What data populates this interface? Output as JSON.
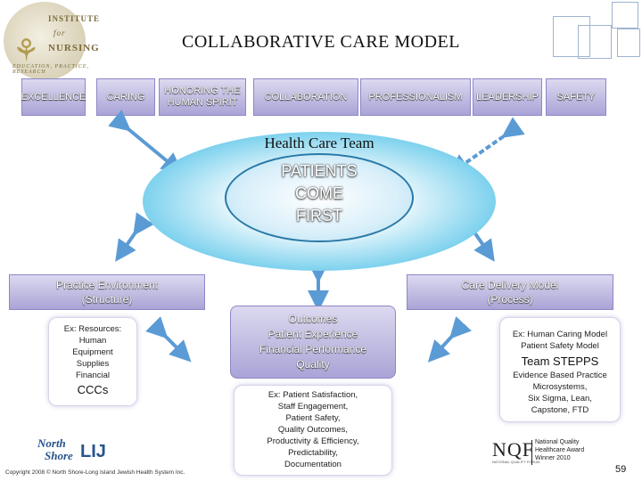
{
  "logo": {
    "line1": "INSTITUTE",
    "line2": "for",
    "line3": "NURSING",
    "line4": "EDUCATION, PRACTICE, RESEARCH"
  },
  "title": "COLLABORATIVE CARE MODEL",
  "values": [
    "EXCELLENCE",
    "CARING",
    "HONORING THE HUMAN SPIRIT",
    "COLLABORATION",
    "PROFESSIONALISM",
    "LEADERSHIP",
    "SAFETY"
  ],
  "center": {
    "heading": "Health Care Team",
    "core": "PATIENTS\nCOME\nFIRST"
  },
  "left": {
    "title": "Practice Environment",
    "subtitle": "(Structure)",
    "examples": [
      "Ex: Resources:",
      "Human",
      "Equipment",
      "Supplies",
      "Financial"
    ],
    "label": "CCCs"
  },
  "right": {
    "title": "Care Delivery Model",
    "subtitle": "(Process)",
    "examples": [
      "Ex: Human Caring Model",
      "Patient Safety Model"
    ],
    "label": "Team STEPPS",
    "examples2": [
      "Evidence Based Practice",
      "Microsystems,",
      "Six Sigma, Lean,",
      "Capstone, FTD"
    ]
  },
  "outcomes": {
    "lines": [
      "Outcomes",
      "Patient Experience",
      "Financial Performance",
      "Quality"
    ],
    "examples": [
      "Ex: Patient Satisfaction,",
      "Staff Engagement,",
      "Patient Safety,",
      "Quality Outcomes,",
      "Productivity & Efficiency,",
      "Predictability,",
      "Documentation"
    ]
  },
  "north_shore": {
    "line1": "North",
    "line2": "Shore",
    "line3": "LIJ"
  },
  "nqf": {
    "mark": "NQF",
    "sub": "NATIONAL QUALITY FORUM",
    "award": [
      "National Quality",
      "Healthcare Award",
      "Winner 2010"
    ]
  },
  "footer": "Copyright 2008 © North Shore-Long Island Jewish Health System Inc.",
  "page_number": "59",
  "colors": {
    "box_top": "#dcd9f0",
    "box_bottom": "#a9a4d6",
    "ellipse": "#2db6e6",
    "arrow": "#5b9bd5"
  }
}
